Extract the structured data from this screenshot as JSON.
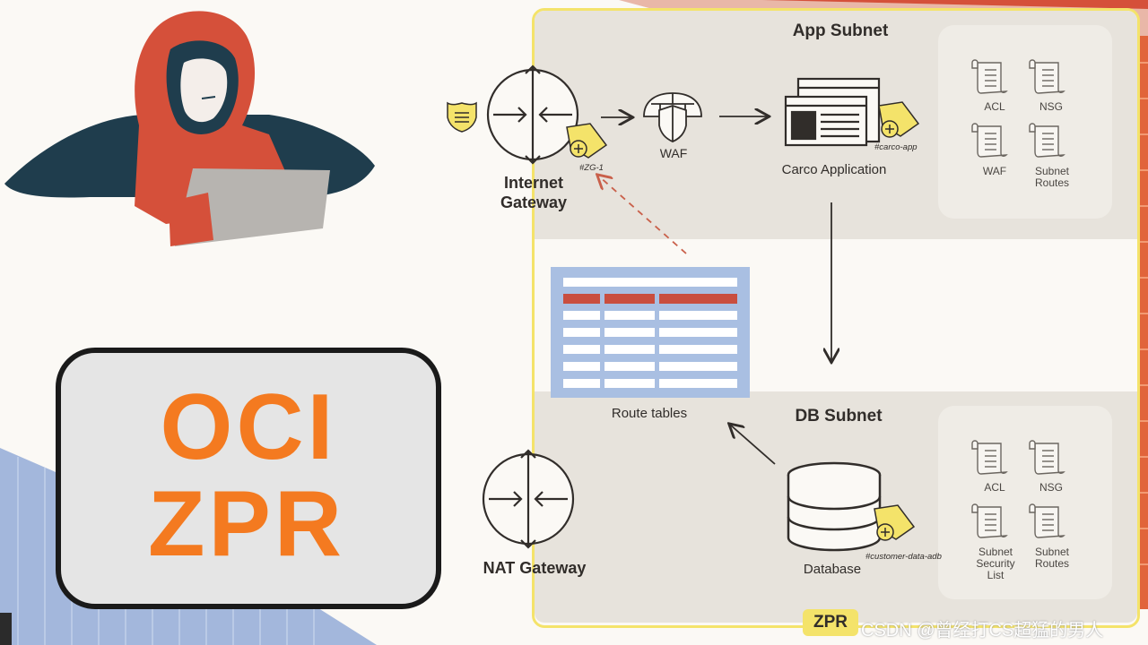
{
  "title_box": {
    "line1": "OCI",
    "line2": "ZPR"
  },
  "app_subnet": {
    "title": "App Subnet",
    "policies": [
      "ACL",
      "NSG",
      "WAF",
      "Subnet Routes"
    ]
  },
  "db_subnet": {
    "title": "DB Subnet",
    "policies": [
      "ACL",
      "NSG",
      "Subnet Security List",
      "Subnet Routes"
    ]
  },
  "internet_gateway": {
    "label": "Internet Gateway",
    "tag": "#ZG-1"
  },
  "waf": {
    "label": "WAF"
  },
  "carco_app": {
    "label": "Carco Application",
    "tag": "#carco-app"
  },
  "route_tables": {
    "label": "Route tables"
  },
  "nat_gateway": {
    "label": "NAT Gateway"
  },
  "database": {
    "label": "Database",
    "tag": "#customer-data-adb"
  },
  "zpr_badge": {
    "label": "ZPR"
  },
  "watermark": {
    "text": "CSDN @曾经打CS超猛的男人"
  },
  "colors": {
    "accent_orange": "#f47a20",
    "zpr_yellow": "#f4e36a",
    "subnet_gray": "#e7e3dc",
    "panel_gray": "#efece6",
    "ink": "#312d2a",
    "hoodie_red": "#d5503a",
    "dark_teal": "#1f3d4d",
    "table_blue": "#a9bfe2",
    "table_red": "#c94e3f"
  },
  "icons": [
    "shield-icon",
    "router-icon",
    "firewall-icon",
    "application-icon",
    "policy-document-icon",
    "database-icon",
    "tag-plus-icon",
    "hacker-illustration"
  ]
}
